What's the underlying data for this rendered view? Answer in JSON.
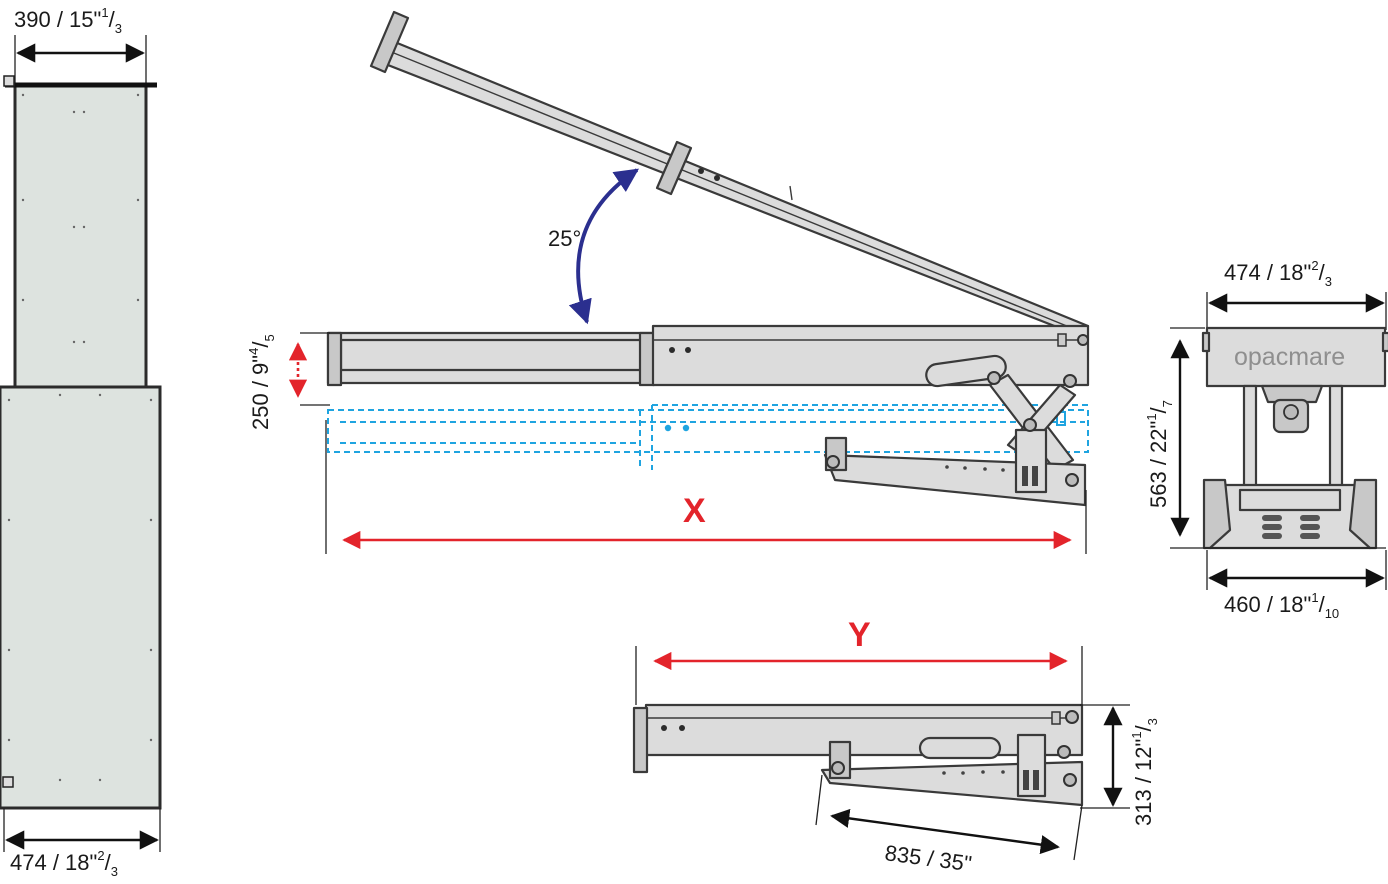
{
  "brand": "opacmare",
  "colors": {
    "dimension_arrow": "#1a1a1a",
    "travel_arrow": "#e3242b",
    "angle_arrow": "#2b2f8f",
    "lowered_position_outline": "#1fa4e0",
    "panel_fill": "#dde3df",
    "metal_fill": "#dcdcdc"
  },
  "left_view": {
    "top_width": {
      "value": "390 / 15\"",
      "sup": "1",
      "sub": "3"
    },
    "bottom_width": {
      "value": "474 / 18\"",
      "sup": "2",
      "sub": "3"
    }
  },
  "side_view": {
    "angle": "25°",
    "step_height": {
      "value": "250 / 9\"",
      "sup": "4",
      "sub": "5"
    },
    "extension_label": "X"
  },
  "end_view": {
    "top_width": {
      "value": "474 / 18\"",
      "sup": "2",
      "sub": "3"
    },
    "height": {
      "value": "563 / 22\"",
      "sup": "1",
      "sub": "7"
    },
    "bottom_width": {
      "value": "460 / 18\"",
      "sup": "1",
      "sub": "10"
    }
  },
  "stowed_view": {
    "length_label": "Y",
    "height": {
      "value": "313 / 12\"",
      "sup": "1",
      "sub": "3"
    },
    "arm_length": "835 / 35\""
  }
}
